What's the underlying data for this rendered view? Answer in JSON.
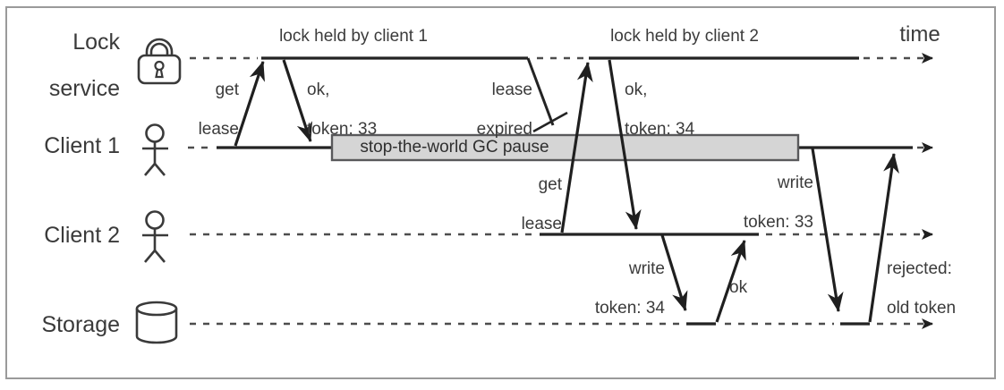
{
  "diagram": {
    "time_axis_label": "time",
    "lanes": [
      {
        "id": "lock-service",
        "label": "Lock service",
        "label_lines": [
          "Lock",
          "service"
        ],
        "icon": "padlock-icon"
      },
      {
        "id": "client-1",
        "label": "Client 1",
        "icon": "person-icon"
      },
      {
        "id": "client-2",
        "label": "Client 2",
        "icon": "person-icon"
      },
      {
        "id": "storage",
        "label": "Storage",
        "icon": "database-icon"
      }
    ],
    "annotations": {
      "lock_held_1": "lock held by client 1",
      "lock_held_2": "lock held by client 2",
      "get_lease_1": [
        "get",
        "lease"
      ],
      "ok_token_33": [
        "ok,",
        "token: 33"
      ],
      "lease_expired": [
        "lease",
        "expired"
      ],
      "ok_token_34": [
        "ok,",
        "token: 34"
      ],
      "get_lease_2": [
        "get",
        "lease"
      ],
      "gc_pause": "stop-the-world GC pause",
      "write_token_34": [
        "write",
        "token: 34"
      ],
      "ok_write_1": "ok",
      "write_token_33": [
        "write",
        "token: 33"
      ],
      "rejected": [
        "rejected:",
        "old token"
      ]
    },
    "colors": {
      "line": "#232323",
      "dash": "#4d4d4d",
      "icon": "#3a3a3a",
      "text": "#3b3b3b",
      "gc_box_fill": "#d5d5d5",
      "gc_box_border": "#59595b",
      "frame_border": "#9a9a9a",
      "background": "#ffffff"
    }
  }
}
